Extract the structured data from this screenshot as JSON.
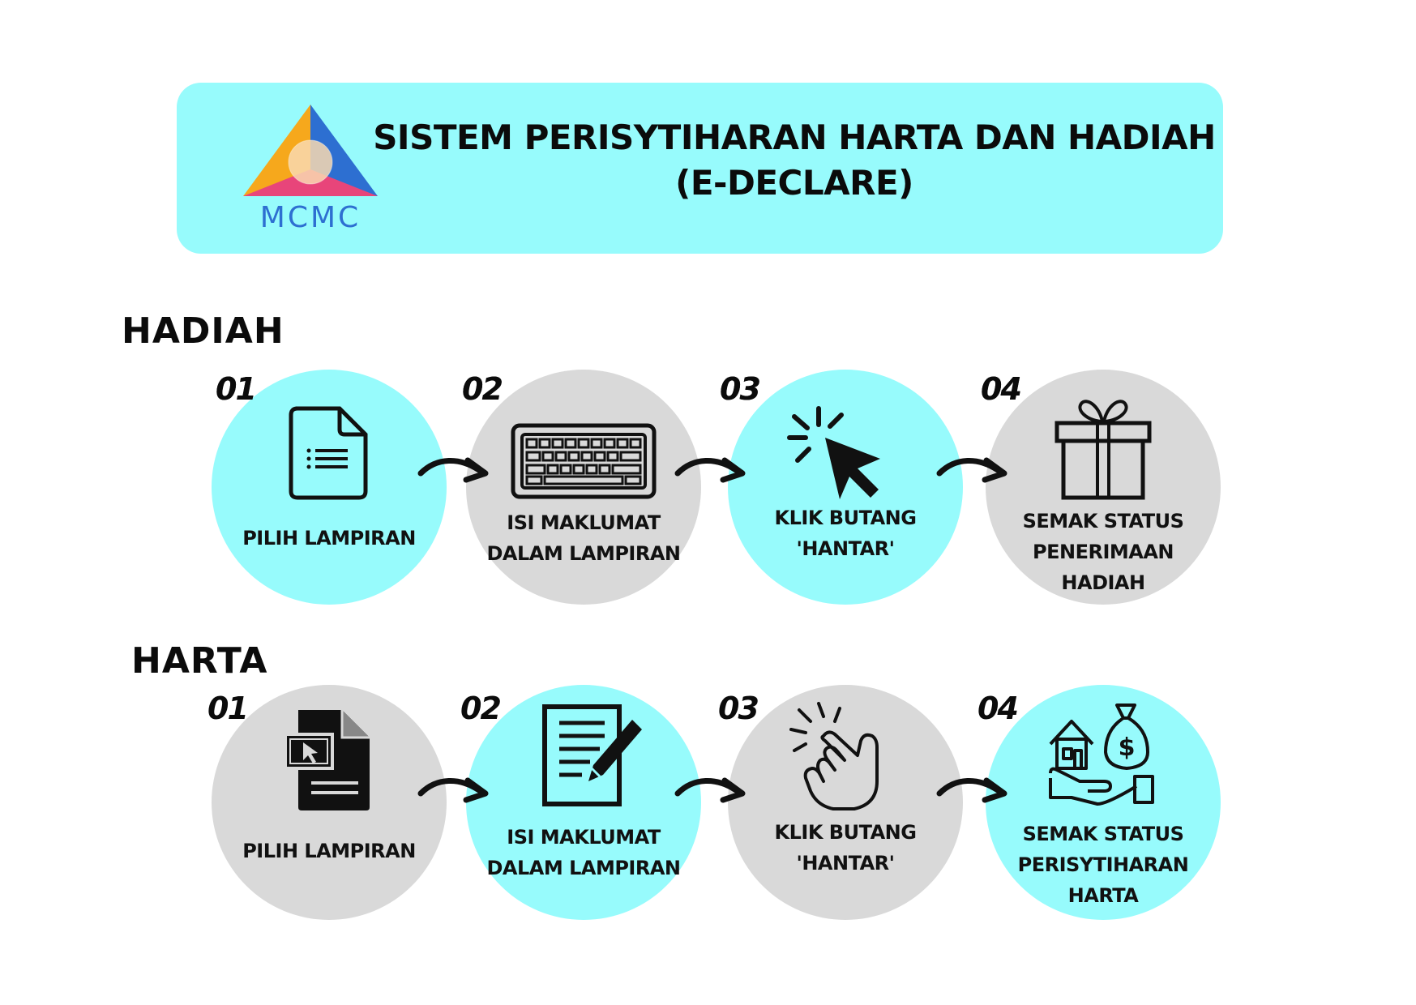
{
  "header": {
    "logo_text": "MCMC",
    "title_line1": "SISTEM PERISYTIHARAN HARTA DAN HADIAH",
    "title_line2": "(E-DECLARE)"
  },
  "sections": [
    {
      "label": "HADIAH",
      "steps": [
        {
          "num": "01",
          "lines": [
            "PILIH LAMPIRAN"
          ],
          "icon": "document-icon",
          "color": "cyan"
        },
        {
          "num": "02",
          "lines": [
            "ISI MAKLUMAT",
            "DALAM LAMPIRAN"
          ],
          "icon": "keyboard-icon",
          "color": "gray"
        },
        {
          "num": "03",
          "lines": [
            "KLIK BUTANG",
            "'HANTAR'"
          ],
          "icon": "cursor-click-icon",
          "color": "cyan"
        },
        {
          "num": "04",
          "lines": [
            "SEMAK STATUS",
            "PENERIMAAN",
            "HADIAH"
          ],
          "icon": "gift-icon",
          "color": "gray"
        }
      ]
    },
    {
      "label": "HARTA",
      "steps": [
        {
          "num": "01",
          "lines": [
            "PILIH LAMPIRAN"
          ],
          "icon": "file-select-icon",
          "color": "gray"
        },
        {
          "num": "02",
          "lines": [
            "ISI MAKLUMAT",
            "DALAM LAMPIRAN"
          ],
          "icon": "edit-document-icon",
          "color": "cyan"
        },
        {
          "num": "03",
          "lines": [
            "KLIK BUTANG",
            "'HANTAR'"
          ],
          "icon": "hand-tap-icon",
          "color": "gray"
        },
        {
          "num": "04",
          "lines": [
            "SEMAK STATUS",
            "PERISYTIHARAN",
            "HARTA"
          ],
          "icon": "assets-hand-icon",
          "color": "cyan"
        }
      ]
    }
  ],
  "colors": {
    "cyan": "#97fbfc",
    "gray": "#d9d9d9",
    "logo_orange": "#f6a81c",
    "logo_blue": "#2d6fd1",
    "logo_pink": "#e8457a"
  }
}
